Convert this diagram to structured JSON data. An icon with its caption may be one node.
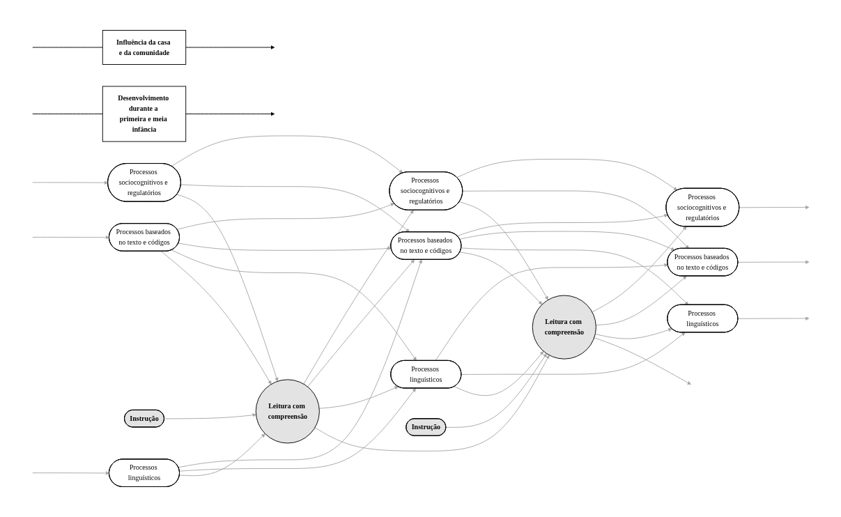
{
  "diagram": {
    "nodes": [
      {
        "text": [
          "Influência da casa e da comunidade"
        ]
      },
      {
        "text": [
          "Processos sociocognitivos e regulatórios"
        ]
      },
      {
        "text": [
          "Processos baseados no texto e códigos"
        ]
      },
      {
        "text": [
          "Processos linguísticos"
        ]
      },
      {
        "text": [
          "Instrução"
        ]
      },
      {
        "text": [
          "Leitura com compreensão"
        ]
      },
      {
        "text": [
          "Processos sociocognitivos e regulatórios"
        ]
      },
      {
        "text": [
          "Processos baseados no texto e códigos"
        ]
      },
      {
        "text": [
          "Processos linguísticos"
        ]
      },
      {
        "text": [
          "Instrução"
        ]
      },
      {
        "text": [
          "Leitura com compreensão"
        ]
      },
      {
        "text": [
          "Processos sociocognitivos e regulatórios"
        ]
      },
      {
        "text": [
          "Processos baseados no texto e códigos"
        ]
      },
      {
        "text": [
          "Processos linguísticos"
        ]
      },
      {
        "text": [
          "Desenvolvimento durante a primeira e meia infância"
        ]
      }
    ],
    "edges": [
      {
        "from": null,
        "to": 0,
        "arrow": "none",
        "color": "#000000"
      },
      {
        "from": 0,
        "to": null,
        "arrow": "to",
        "color": "#000000"
      },
      {
        "from": null,
        "to": 1,
        "arrow": "to"
      },
      {
        "from": null,
        "to": 2,
        "arrow": "to"
      },
      {
        "from": null,
        "to": 3,
        "arrow": "to"
      },
      {
        "from": 1,
        "to": 6,
        "arrow": "to"
      },
      {
        "from": 1,
        "to": 7,
        "arrow": "to"
      },
      {
        "from": 1,
        "to": 5,
        "arrow": "to"
      },
      {
        "from": 2,
        "to": 6,
        "arrow": "to"
      },
      {
        "from": 2,
        "to": 7,
        "arrow": "to"
      },
      {
        "from": 2,
        "to": 8,
        "arrow": "to"
      },
      {
        "from": 2,
        "to": 5,
        "arrow": "to"
      },
      {
        "from": 3,
        "to": 7,
        "arrow": "to"
      },
      {
        "from": 3,
        "to": 8,
        "arrow": "to"
      },
      {
        "from": 3,
        "to": 5,
        "arrow": "to"
      },
      {
        "from": 4,
        "to": 5,
        "arrow": "to"
      },
      {
        "from": 5,
        "to": 6,
        "arrow": "to"
      },
      {
        "from": 5,
        "to": 7,
        "arrow": "to"
      },
      {
        "from": 5,
        "to": 8,
        "arrow": "to"
      },
      {
        "from": 5,
        "to": 10,
        "arrow": "to"
      },
      {
        "from": 6,
        "to": 11,
        "arrow": "to"
      },
      {
        "from": 6,
        "to": 12,
        "arrow": "to"
      },
      {
        "from": 6,
        "to": 10,
        "arrow": "to"
      },
      {
        "from": 7,
        "to": 11,
        "arrow": "to"
      },
      {
        "from": 7,
        "to": 12,
        "arrow": "to"
      },
      {
        "from": 7,
        "to": 13,
        "arrow": "to"
      },
      {
        "from": 7,
        "to": 10,
        "arrow": "to"
      },
      {
        "from": 8,
        "to": 12,
        "arrow": "to"
      },
      {
        "from": 8,
        "to": 13,
        "arrow": "to"
      },
      {
        "from": 8,
        "to": 10,
        "arrow": "to"
      },
      {
        "from": 9,
        "to": 10,
        "arrow": "to"
      },
      {
        "from": 10,
        "to": 11,
        "arrow": "to"
      },
      {
        "from": 10,
        "to": 12,
        "arrow": "to"
      },
      {
        "from": 10,
        "to": 13,
        "arrow": "to"
      },
      {
        "from": 10,
        "to": null,
        "arrow": "to"
      },
      {
        "from": 11,
        "to": null,
        "arrow": "to"
      },
      {
        "from": 12,
        "to": null,
        "arrow": "to"
      },
      {
        "from": 13,
        "to": null,
        "arrow": "to"
      },
      {
        "from": null,
        "to": 14,
        "arrow": "none",
        "color": "#000000"
      },
      {
        "from": 14,
        "to": null,
        "arrow": "to",
        "color": "#000000"
      }
    ]
  }
}
